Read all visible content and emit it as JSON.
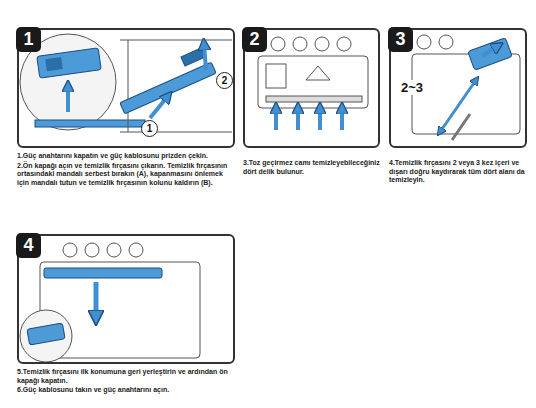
{
  "diagram": {
    "nodes": [
      {
        "text": [
          "1"
        ]
      },
      {
        "text": [
          "2"
        ]
      },
      {
        "text": [
          "3"
        ]
      },
      {
        "text": [
          "4"
        ]
      }
    ],
    "labels": [
      "1",
      "2",
      "2~3",
      "1.Güç anahtarını kapatın ve güç kablosunu prizden çekin.",
      "2.Ön kapağı açın ve temizlik fırçasını çıkarın. Temizlik fırçasının ortasındaki mandalı serbest bırakın (A), kapanmasını önlemek için mandalı tutun ve temizlik fırçasının kolunu kaldırın (B).",
      "3.Toz geçirmez camı temizleyebileceğiniz dört delik bulunur.",
      "4.Temizlik fırçasını 2 veya 3 kez içeri ve dışarı doğru kaydırarak tüm dört alanı da temizleyin.",
      "5.Temizlik fırçasını ilk konumuna geri yerleştirin ve ardından ön kapağı kapatın.",
      "6.Güç kablosunu takın ve güç anahtarını açın."
    ]
  }
}
